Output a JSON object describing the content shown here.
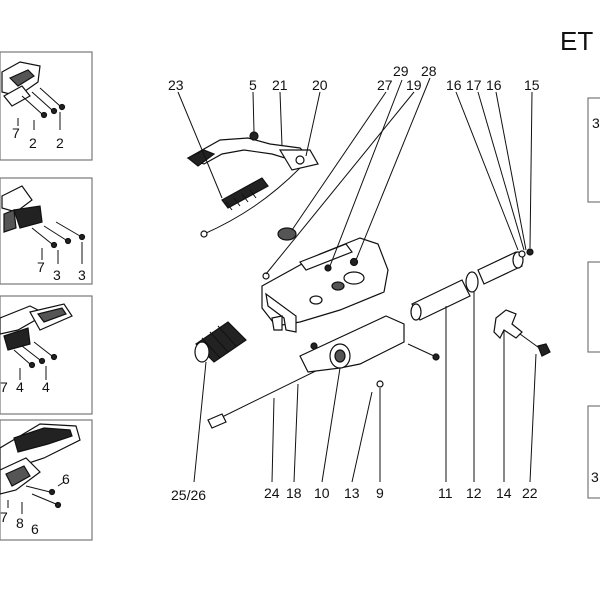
{
  "header": {
    "title_fragment": "ET"
  },
  "callouts_top": [
    "23",
    "5",
    "21",
    "20",
    "29",
    "28",
    "27",
    "19",
    "16",
    "17",
    "16",
    "15"
  ],
  "callouts_bottom": [
    "25/26",
    "24",
    "18",
    "10",
    "13",
    "9",
    "11",
    "12",
    "14",
    "22"
  ],
  "left_panels": [
    {
      "labels": [
        "7",
        "2",
        "2"
      ]
    },
    {
      "labels": [
        "7",
        "3",
        "3"
      ]
    },
    {
      "labels": [
        "7",
        "4",
        "4"
      ]
    },
    {
      "labels": [
        "6",
        "7",
        "8",
        "6"
      ]
    }
  ],
  "right_panels": [
    {
      "label": "3"
    },
    {
      "label": ""
    },
    {
      "label": "3"
    }
  ]
}
